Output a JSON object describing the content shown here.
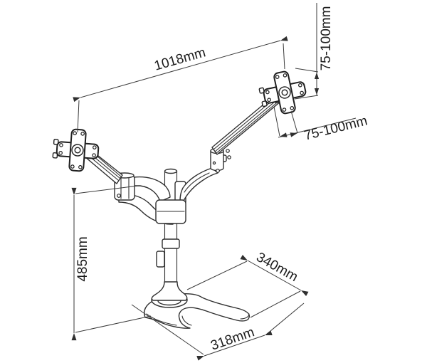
{
  "drawing": {
    "background": "#ffffff",
    "line_color": "#2f2f2f",
    "labels": {
      "arm_span": "1018mm",
      "vesa_vertical_range": "75-100mm",
      "vesa_horizontal_range": "75-100mm",
      "stand_height": "485mm",
      "base_depth": "340mm",
      "base_width": "318mm"
    }
  }
}
